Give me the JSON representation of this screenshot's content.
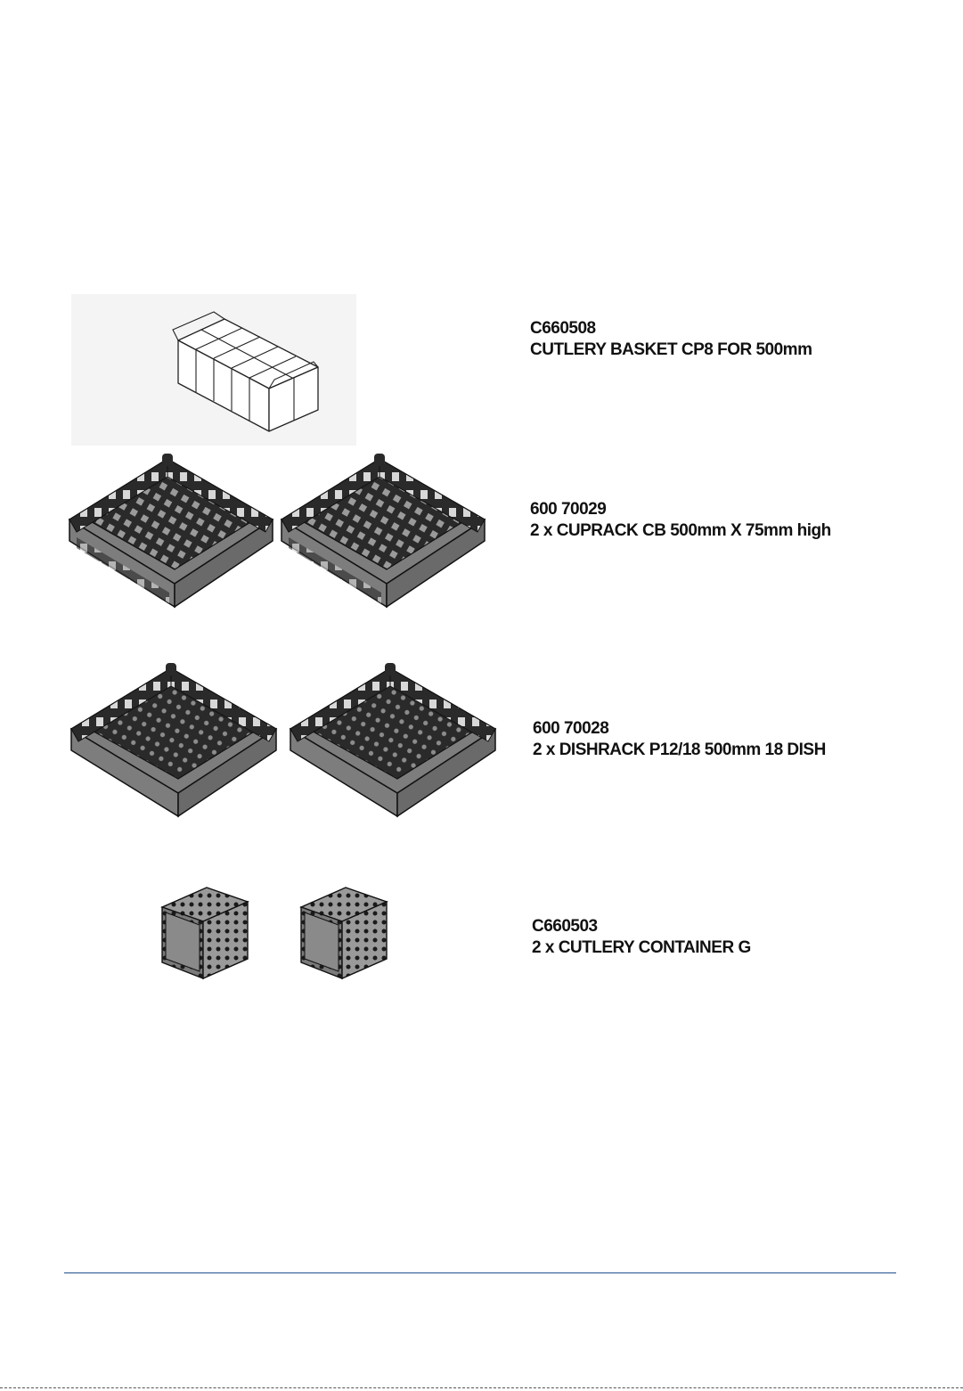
{
  "items": [
    {
      "code": "C660508",
      "description": "CUTLERY BASKET CP8 FOR 500mm",
      "illustration": "cutlery-basket-illustration"
    },
    {
      "code": "600 70029",
      "description": "2 x CUPRACK CB 500mm X 75mm high",
      "illustration": "cuprack-illustration"
    },
    {
      "code": "600 70028",
      "description": "2 x DISHRACK P12/18 500mm 18 DISH",
      "illustration": "dishrack-illustration"
    },
    {
      "code": "C660503",
      "description": "2 x CUTLERY CONTAINER G",
      "illustration": "cutlery-container-illustration"
    }
  ],
  "colors": {
    "rule": "#1e4e8c",
    "text": "#111111",
    "rack": "#2a2a2a",
    "rackBase": "#7d7d7d"
  }
}
